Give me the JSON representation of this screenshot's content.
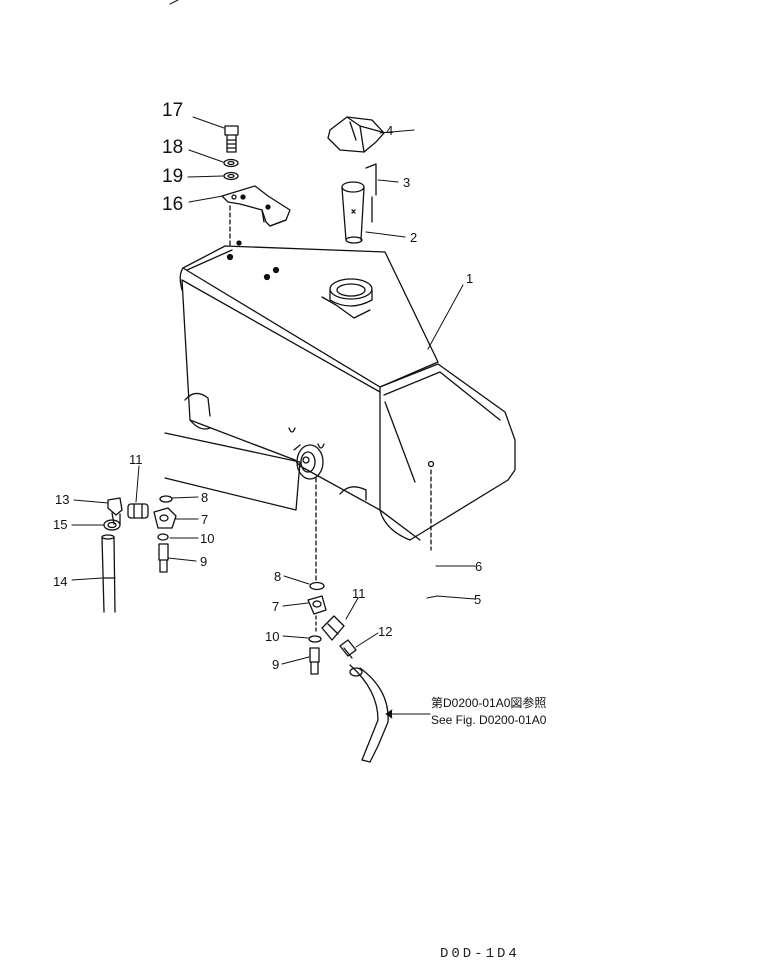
{
  "callouts": {
    "n1": "1",
    "n2": "2",
    "n3": "3",
    "n4": "4",
    "n5": "5",
    "n6": "6",
    "n7a": "7",
    "n7b": "7",
    "n8a": "8",
    "n8b": "8",
    "n9a": "9",
    "n9b": "9",
    "n10a": "10",
    "n10b": "10",
    "n11a": "11",
    "n11b": "11",
    "n12": "12",
    "n13": "13",
    "n14": "14",
    "n15": "15",
    "n16": "16",
    "n17": "17",
    "n18": "18",
    "n19": "19"
  },
  "reference": {
    "japanese": "第D0200-01A0図参照",
    "english": "See Fig. D0200-01A0"
  },
  "footer_code": "D0D-1D4"
}
